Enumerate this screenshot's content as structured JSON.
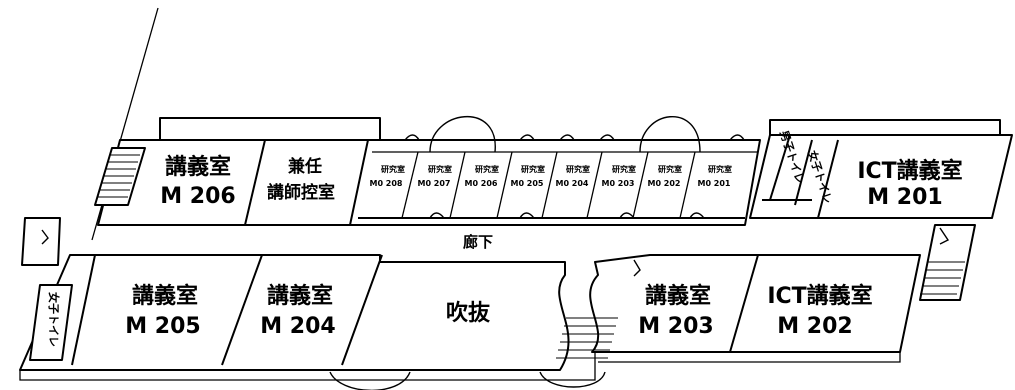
{
  "floor_map": {
    "rooms": {
      "m206": {
        "line1": "講義室",
        "line2": "M 206"
      },
      "kennin": {
        "line1": "兼任",
        "line2": "講師控室"
      },
      "lab208": {
        "line1": "研究室",
        "line2": "M0 208"
      },
      "lab207": {
        "line1": "研究室",
        "line2": "M0 207"
      },
      "lab206": {
        "line1": "研究室",
        "line2": "M0 206"
      },
      "lab205": {
        "line1": "研究室",
        "line2": "M0 205"
      },
      "lab204": {
        "line1": "研究室",
        "line2": "M0 204"
      },
      "lab203": {
        "line1": "研究室",
        "line2": "M0 203"
      },
      "lab202": {
        "line1": "研究室",
        "line2": "M0 202"
      },
      "lab201": {
        "line1": "研究室",
        "line2": "M0 201"
      },
      "mens_toilet": "男子トイレ",
      "womens_toilet_upper": "女子トイレ",
      "ict201": {
        "line1": "ICT講義室",
        "line2": "M 201"
      },
      "corridor": "廊下",
      "womens_toilet_lower": "女子トイレ",
      "m205": {
        "line1": "講義室",
        "line2": "M 205"
      },
      "m204": {
        "line1": "講義室",
        "line2": "M 204"
      },
      "atrium": "吹抜",
      "m203": {
        "line1": "講義室",
        "line2": "M 203"
      },
      "ict202": {
        "line1": "ICT講義室",
        "line2": "M 202"
      }
    }
  }
}
